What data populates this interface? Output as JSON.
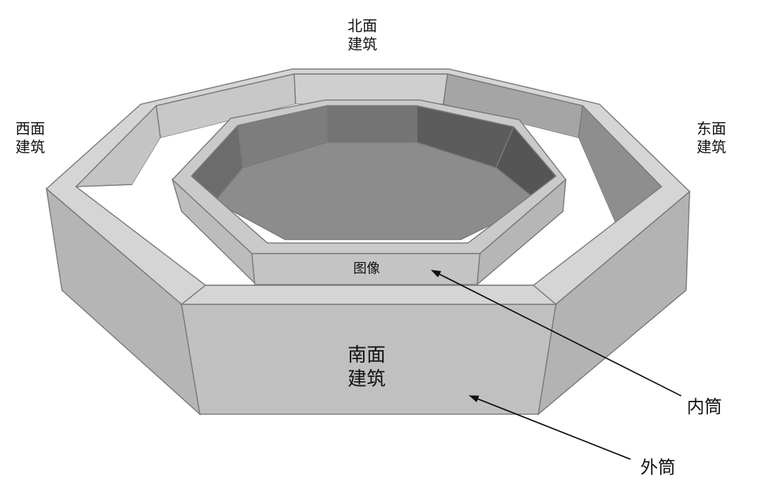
{
  "labels": {
    "north": [
      "北面",
      "建筑"
    ],
    "west": [
      "西面",
      "建筑"
    ],
    "east": [
      "东面",
      "建筑"
    ],
    "south": [
      "南面",
      "建筑"
    ],
    "image": "图像",
    "inner_tube": "内筒",
    "outer_tube": "外筒"
  },
  "colors": {
    "outer_top": "#d2d2d2",
    "outer_front": "#bdbdbd",
    "outer_side": "#a9a9a9",
    "outer_inner_wall_light": "#c8c8c8",
    "outer_inner_wall_dark": "#8e8e8e",
    "inner_top": "#c6c6c6",
    "inner_outer_wall": "#b8b8b8",
    "inner_floor": "#8a8a8a",
    "inner_wall_light": "#7a7a7a",
    "inner_wall_dark": "#585858",
    "edge": "#7a7a7a",
    "arrow": "#111111"
  }
}
